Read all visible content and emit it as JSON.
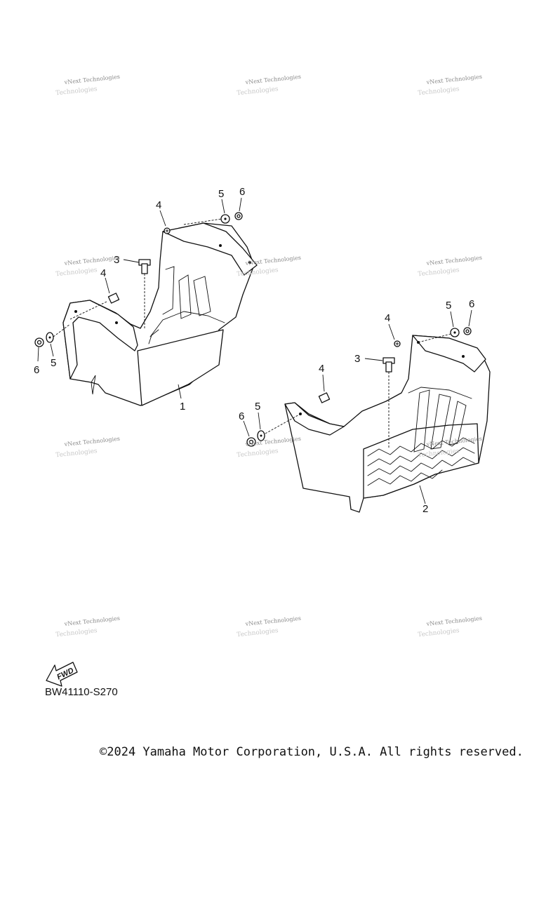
{
  "watermark": {
    "line1": "vNext Technologies",
    "line2": "Technologies"
  },
  "callouts": {
    "c1": "1",
    "c2": "2",
    "c3a": "3",
    "c3b": "3",
    "c4a": "4",
    "c4b": "4",
    "c4c": "4",
    "c4d": "4",
    "c5a": "5",
    "c5b": "5",
    "c5c": "5",
    "c5d": "5",
    "c6a": "6",
    "c6b": "6",
    "c6c": "6",
    "c6d": "6"
  },
  "fwd_label": "FWD",
  "diagram_code": "BW41110-S270",
  "copyright": "©2024 Yamaha Motor Corporation, U.S.A. All rights reserved."
}
